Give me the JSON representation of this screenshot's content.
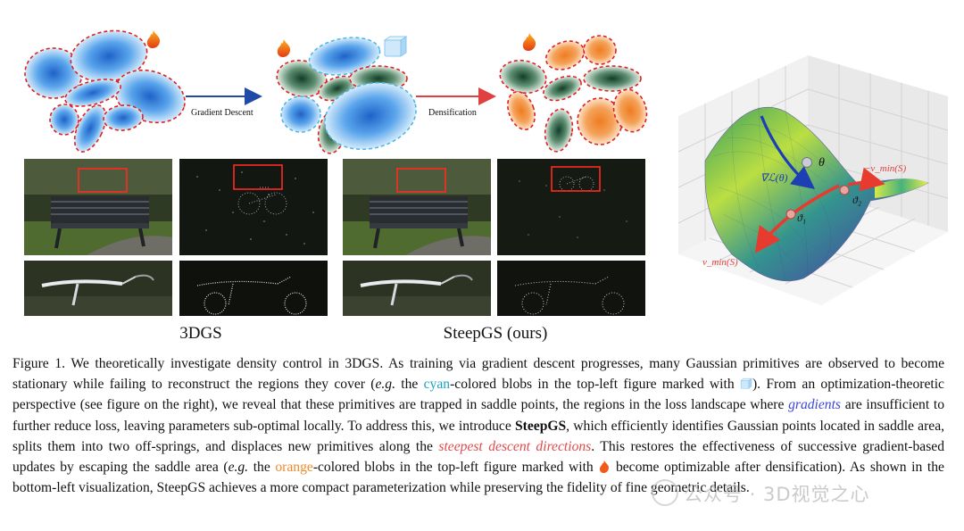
{
  "diagram": {
    "step1_label": "Gradient Descent",
    "step2_label": "Densification",
    "fire_icon": "fire-icon",
    "ice_icon": "ice-cube-icon"
  },
  "methods": {
    "left": "3DGS",
    "right": "SteepGS (ours)"
  },
  "saddle_plot": {
    "theta": "θ",
    "grad": "∇ℒ(θ)",
    "theta1": "ϑ₁",
    "theta2": "ϑ₂",
    "neg_vmin": "−v_min(S)",
    "vmin": "v_min(S)"
  },
  "caption": {
    "p1": "Figure 1.  We theoretically investigate density control in 3DGS. As training via gradient descent progresses, many Gaussian primitives are observed to become stationary while failing to reconstruct the regions they cover (",
    "eg1": "e.g.",
    "p2": " the ",
    "cyan": "cyan",
    "p3": "-colored blobs in the top-left figure marked with ",
    "p4": "). From an optimization-theoretic perspective (see figure on the right), we reveal that these primitives are trapped in saddle points, the regions in the loss landscape where ",
    "gradients": "gradients",
    "p5": " are insufficient to further reduce loss, leaving parameters sub-optimal locally. To address this, we introduce ",
    "steepgs": "SteepGS",
    "p6": ", which efficiently identifies Gaussian points located in saddle area, splits them into two off-springs, and displaces new primitives along the ",
    "steepest": "steepest descent directions",
    "p7": ". This restores the effectiveness of successive gradient-based updates by escaping the saddle area (",
    "eg2": "e.g.",
    "p8": " the ",
    "orange": "orange",
    "p9": "-colored blobs in the top-left figure marked with ",
    "p10": " become optimizable after densification). As shown in the bottom-left visualization, SteepGS achieves a more compact parameterization while preserving the fidelity of fine geometric details."
  },
  "watermark": "公众号 · 3D视觉之心",
  "colors": {
    "blue_blob": "#3d8fe0",
    "green_blob": "#1f5a3a",
    "orange_blob": "#f08a2a",
    "red_dash": "#e02020",
    "cyan_dash": "#4db8e8",
    "arrow_blue": "#1f4aa8",
    "arrow_red": "#e04040"
  }
}
